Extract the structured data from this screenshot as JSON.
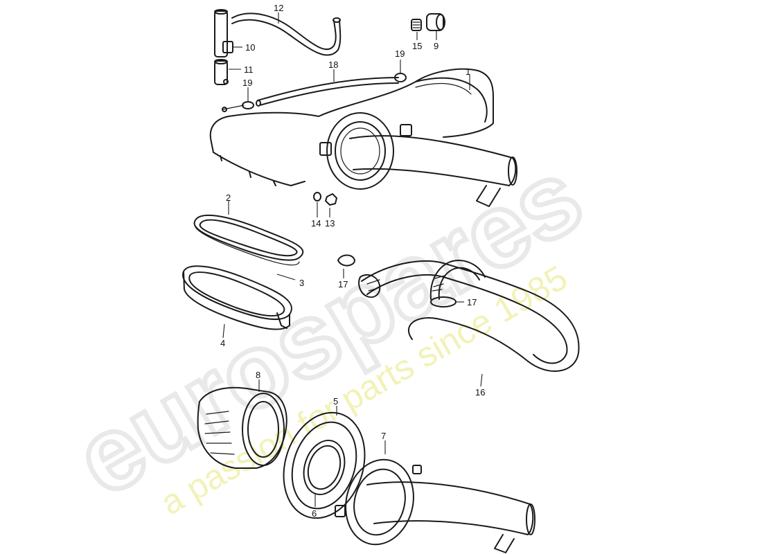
{
  "watermark": {
    "brand": "eurospares",
    "slogan": "a passion for parts since 1985",
    "brand_color": "#e9e9e9",
    "slogan_color": "#f2f2b8"
  },
  "callouts": [
    {
      "id": "label-1",
      "text": "1"
    },
    {
      "id": "label-2",
      "text": "2"
    },
    {
      "id": "label-3",
      "text": "3"
    },
    {
      "id": "label-4",
      "text": "4"
    },
    {
      "id": "label-5",
      "text": "5"
    },
    {
      "id": "label-6",
      "text": "6"
    },
    {
      "id": "label-7",
      "text": "7"
    },
    {
      "id": "label-8",
      "text": "8"
    },
    {
      "id": "label-9",
      "text": "9"
    },
    {
      "id": "label-10",
      "text": "10"
    },
    {
      "id": "label-11",
      "text": "11"
    },
    {
      "id": "label-12",
      "text": "12"
    },
    {
      "id": "label-13",
      "text": "13"
    },
    {
      "id": "label-14",
      "text": "14"
    },
    {
      "id": "label-15",
      "text": "15"
    },
    {
      "id": "label-16",
      "text": "16"
    },
    {
      "id": "label-17a",
      "text": "17"
    },
    {
      "id": "label-17b",
      "text": "17"
    },
    {
      "id": "label-18",
      "text": "18"
    },
    {
      "id": "label-19a",
      "text": "19"
    },
    {
      "id": "label-19b",
      "text": "19"
    }
  ]
}
